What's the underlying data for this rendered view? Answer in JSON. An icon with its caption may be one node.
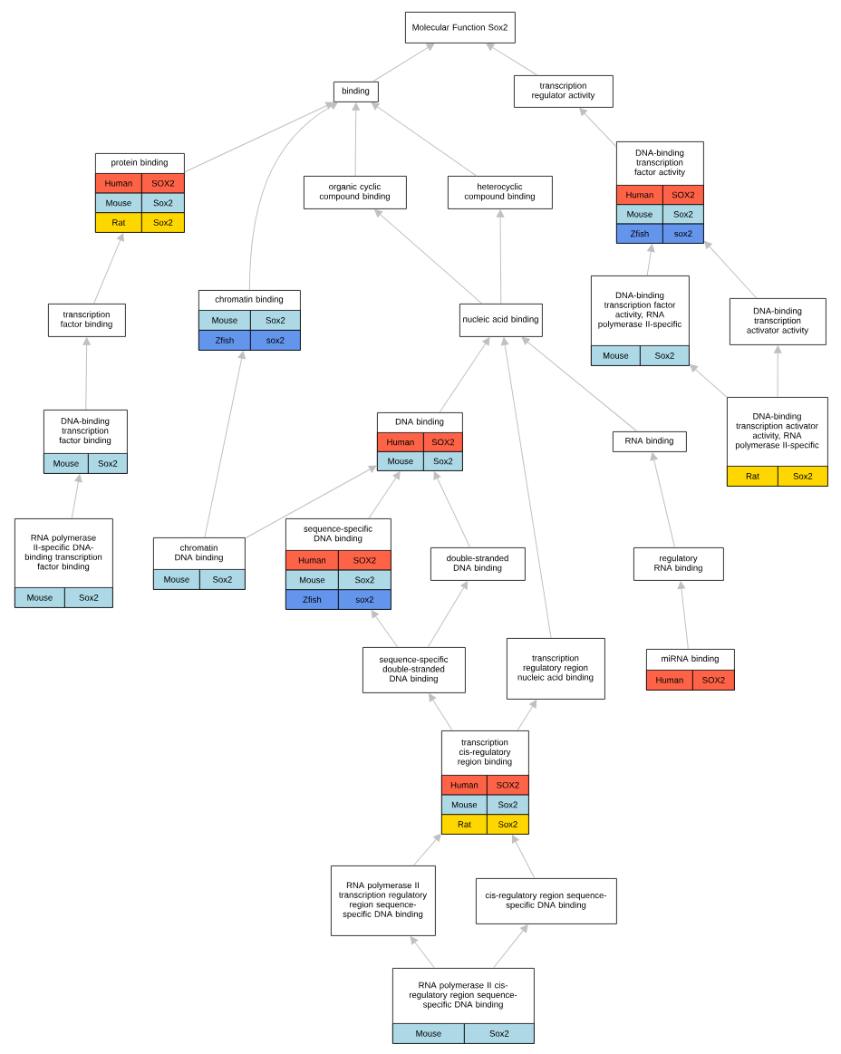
{
  "diagram": {
    "nodes": [
      {
        "text": [
          "Molecular Function Sox2"
        ]
      },
      {
        "text": [
          "binding"
        ]
      },
      {
        "text": [
          "transcription regulator activity"
        ]
      },
      {
        "text": [
          "protein binding",
          "Human",
          "SOX2",
          "Mouse",
          "Sox2",
          "Rat",
          "Sox2"
        ]
      },
      {
        "text": [
          "organic cyclic compound binding"
        ]
      },
      {
        "text": [
          "heterocyclic compound binding"
        ]
      },
      {
        "text": [
          "DNA-binding transcription factor activity",
          "Human",
          "SOX2",
          "Mouse",
          "Sox2",
          "Zfish",
          "sox2"
        ]
      },
      {
        "text": [
          "transcription factor binding"
        ]
      },
      {
        "text": [
          "chromatin binding",
          "Mouse",
          "Sox2",
          "Zfish",
          "sox2"
        ]
      },
      {
        "text": [
          "nucleic acid binding"
        ]
      },
      {
        "text": [
          "DNA-binding transcription factor activity, RNA polymerase II-specific",
          "Mouse",
          "Sox2"
        ]
      },
      {
        "text": [
          "DNA-binding transcription activator activity"
        ]
      },
      {
        "text": [
          "DNA-binding transcription factor binding",
          "Mouse",
          "Sox2"
        ]
      },
      {
        "text": [
          "DNA binding",
          "Human",
          "SOX2",
          "Mouse",
          "Sox2"
        ]
      },
      {
        "text": [
          "RNA binding"
        ]
      },
      {
        "text": [
          "DNA-binding transcription activator activity, RNA polymerase II-specific",
          "Rat",
          "Sox2"
        ]
      },
      {
        "text": [
          "RNA polymerase II-specific DNA-binding transcription factor binding",
          "Mouse",
          "Sox2"
        ]
      },
      {
        "text": [
          "chromatin DNA binding",
          "Mouse",
          "Sox2"
        ]
      },
      {
        "text": [
          "sequence-specific DNA binding",
          "Human",
          "SOX2",
          "Mouse",
          "Sox2",
          "Zfish",
          "sox2"
        ]
      },
      {
        "text": [
          "double-stranded DNA binding"
        ]
      },
      {
        "text": [
          "regulatory RNA binding"
        ]
      },
      {
        "text": [
          "sequence-specific double-stranded DNA binding"
        ]
      },
      {
        "text": [
          "transcription regulatory region nucleic acid binding"
        ]
      },
      {
        "text": [
          "miRNA binding",
          "Human",
          "SOX2"
        ]
      },
      {
        "text": [
          "transcription cis-regulatory region binding",
          "Human",
          "SOX2",
          "Mouse",
          "Sox2",
          "Rat",
          "Sox2"
        ]
      },
      {
        "text": [
          "RNA polymerase II transcription regulatory region sequence-specific DNA binding"
        ]
      },
      {
        "text": [
          "cis-regulatory region sequence-specific DNA binding"
        ]
      },
      {
        "text": [
          "RNA polymerase II cis-regulatory region sequence-specific DNA binding",
          "Mouse",
          "Sox2"
        ]
      }
    ],
    "edges": [
      {
        "from": 1,
        "to": 0,
        "arrow": "to"
      },
      {
        "from": 2,
        "to": 0,
        "arrow": "to"
      },
      {
        "from": 3,
        "to": 1,
        "arrow": "to"
      },
      {
        "from": 8,
        "to": 1,
        "arrow": "to"
      },
      {
        "from": 4,
        "to": 1,
        "arrow": "to"
      },
      {
        "from": 5,
        "to": 1,
        "arrow": "to"
      },
      {
        "from": 6,
        "to": 2,
        "arrow": "to"
      },
      {
        "from": 7,
        "to": 3,
        "arrow": "to"
      },
      {
        "from": 9,
        "to": 4,
        "arrow": "to"
      },
      {
        "from": 9,
        "to": 5,
        "arrow": "to"
      },
      {
        "from": 10,
        "to": 6,
        "arrow": "to"
      },
      {
        "from": 11,
        "to": 6,
        "arrow": "to"
      },
      {
        "from": 12,
        "to": 7,
        "arrow": "to"
      },
      {
        "from": 17,
        "to": 8,
        "arrow": "to"
      },
      {
        "from": 13,
        "to": 9,
        "arrow": "to"
      },
      {
        "from": 22,
        "to": 9,
        "arrow": "to"
      },
      {
        "from": 14,
        "to": 9,
        "arrow": "to"
      },
      {
        "from": 15,
        "to": 10,
        "arrow": "to"
      },
      {
        "from": 15,
        "to": 11,
        "arrow": "to"
      },
      {
        "from": 16,
        "to": 12,
        "arrow": "to"
      },
      {
        "from": 18,
        "to": 13,
        "arrow": "to"
      },
      {
        "from": 17,
        "to": 13,
        "arrow": "to"
      },
      {
        "from": 19,
        "to": 13,
        "arrow": "to"
      },
      {
        "from": 20,
        "to": 14,
        "arrow": "to"
      },
      {
        "from": 21,
        "to": 18,
        "arrow": "to"
      },
      {
        "from": 21,
        "to": 19,
        "arrow": "to"
      },
      {
        "from": 23,
        "to": 20,
        "arrow": "to"
      },
      {
        "from": 24,
        "to": 21,
        "arrow": "to"
      },
      {
        "from": 24,
        "to": 22,
        "arrow": "to"
      },
      {
        "from": 25,
        "to": 24,
        "arrow": "to"
      },
      {
        "from": 26,
        "to": 24,
        "arrow": "to"
      },
      {
        "from": 27,
        "to": 25,
        "arrow": "to"
      },
      {
        "from": 27,
        "to": 26,
        "arrow": "to"
      }
    ]
  }
}
